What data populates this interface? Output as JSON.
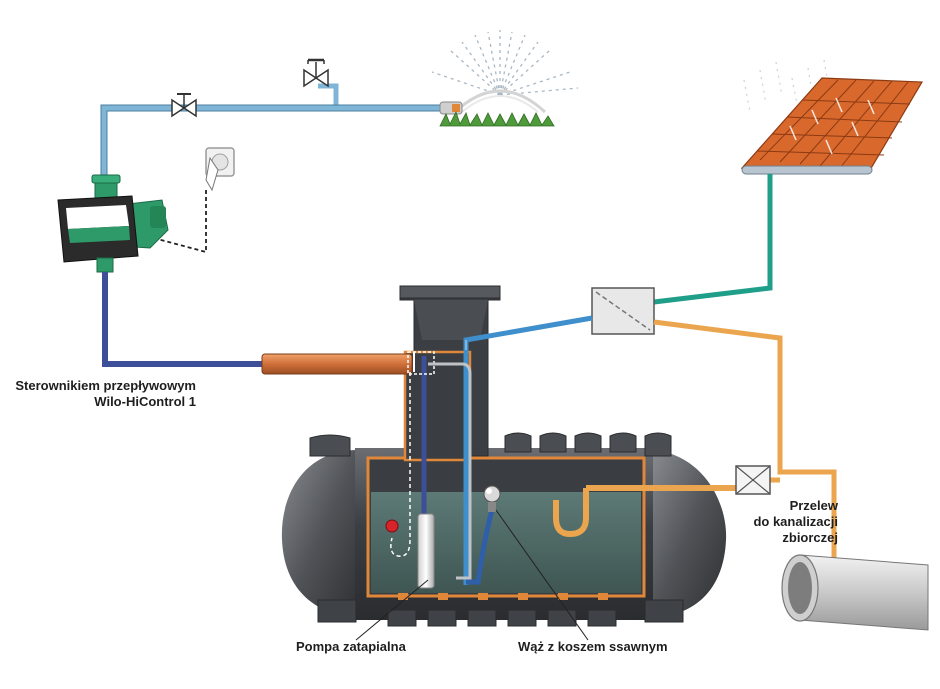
{
  "labels": {
    "controller_line1": "Sterownikiem przepływowym",
    "controller_line2": "Wilo-HiControl 1",
    "overflow_line1": "Przelew",
    "overflow_line2": "do kanalizacji",
    "overflow_line3": "zbiorczej",
    "pump": "Pompa zatapialna",
    "hose": "Wąż z koszem ssawnym"
  },
  "colors": {
    "pressure_pipe": "#7fb6d8",
    "suction_pipe": "#3f8fcc",
    "roof_pipe": "#1f9e8a",
    "overflow_pipe": "#eaa54e",
    "pump_line": "#3c4f98",
    "tank_body": "#45484c",
    "tank_outline": "#e0873a",
    "water": "#4f6a67",
    "pump_body": "#2e9a6a",
    "roof_tile": "#d9682c"
  },
  "icons": {
    "controller": "pump-controller-icon",
    "socket": "power-socket-icon",
    "valve": "valve-icon",
    "sprinkler": "sprinkler-icon",
    "roof": "roof-icon",
    "filter": "filter-box-icon",
    "float": "float-switch-icon"
  }
}
